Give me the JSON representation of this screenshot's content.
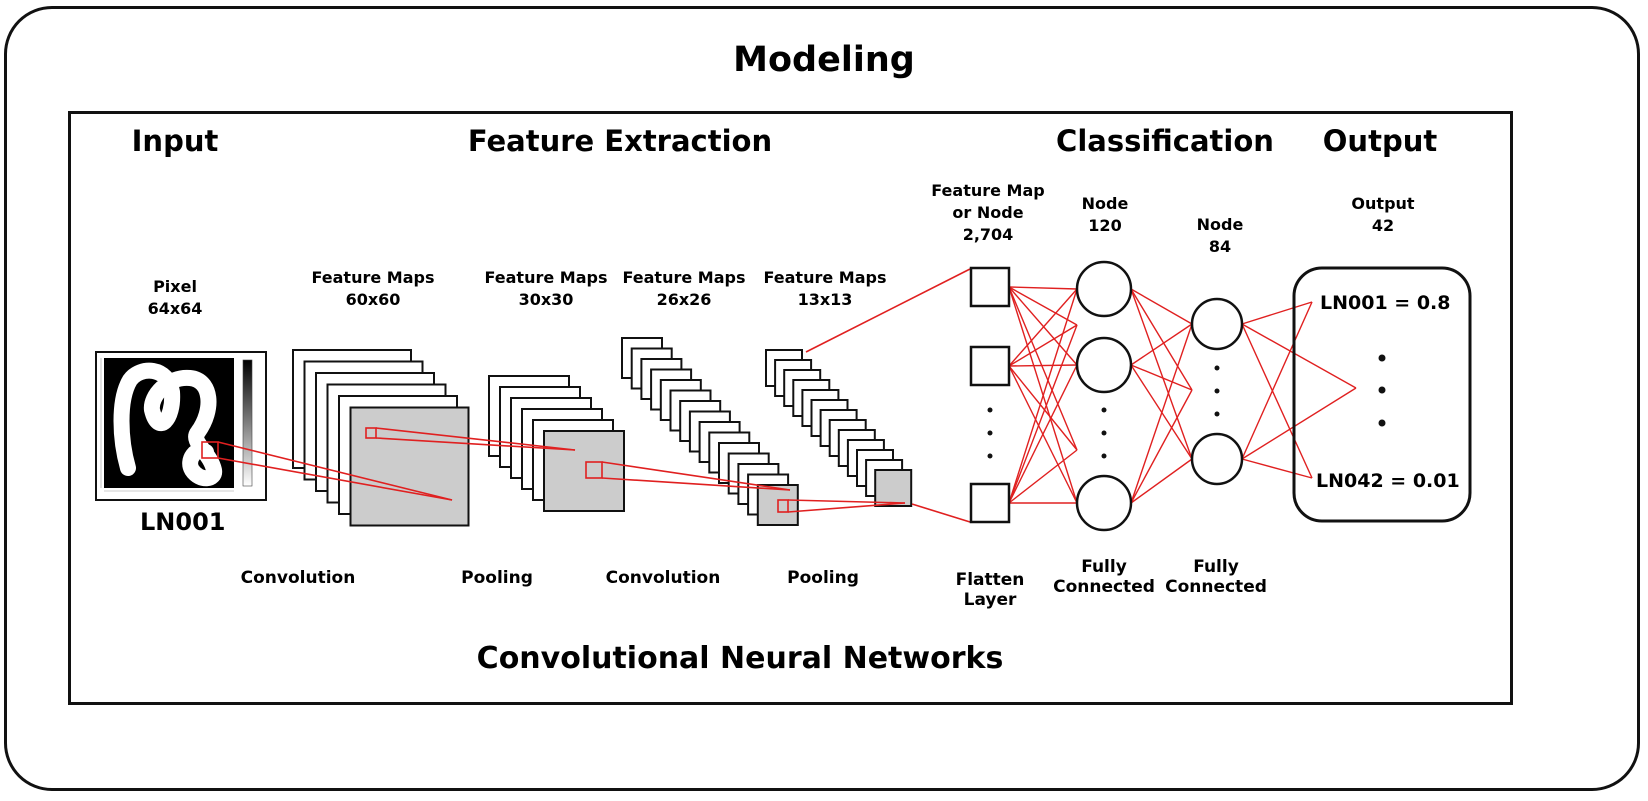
{
  "title": "Modeling",
  "subtitle": "Convolutional Neural Networks",
  "sections": {
    "input": "Input",
    "feature_extraction": "Feature Extraction",
    "classification": "Classification",
    "output": "Output"
  },
  "input": {
    "label_line1": "Pixel",
    "label_line2": "64x64",
    "sample_name": "LN001"
  },
  "layers": {
    "fm1": {
      "line1": "Feature Maps",
      "line2": "60x60"
    },
    "fm2": {
      "line1": "Feature Maps",
      "line2": "30x30"
    },
    "fm3": {
      "line1": "Feature Maps",
      "line2": "26x26"
    },
    "fm4": {
      "line1": "Feature Maps",
      "line2": "13x13"
    },
    "flat": {
      "line1": "Feature Map",
      "line2": "or Node",
      "line3": "2,704"
    },
    "fc1": {
      "line1": "Node",
      "line2": "120"
    },
    "fc2": {
      "line1": "Node",
      "line2": "84"
    },
    "out": {
      "line1": "Output",
      "line2": "42"
    }
  },
  "operations": {
    "conv1": "Convolution",
    "pool1": "Pooling",
    "conv2": "Convolution",
    "pool2": "Pooling",
    "flatten_line1": "Flatten",
    "flatten_line2": "Layer",
    "fc1_line1": "Fully",
    "fc1_line2": "Connected",
    "fc2_line1": "Fully",
    "fc2_line2": "Connected"
  },
  "output_values": {
    "first": "LN001 = 0.8",
    "last": "LN042 = 0.01"
  },
  "colors": {
    "connection": "#e02020",
    "map_fill": "#cccccc",
    "stroke": "#111111"
  }
}
